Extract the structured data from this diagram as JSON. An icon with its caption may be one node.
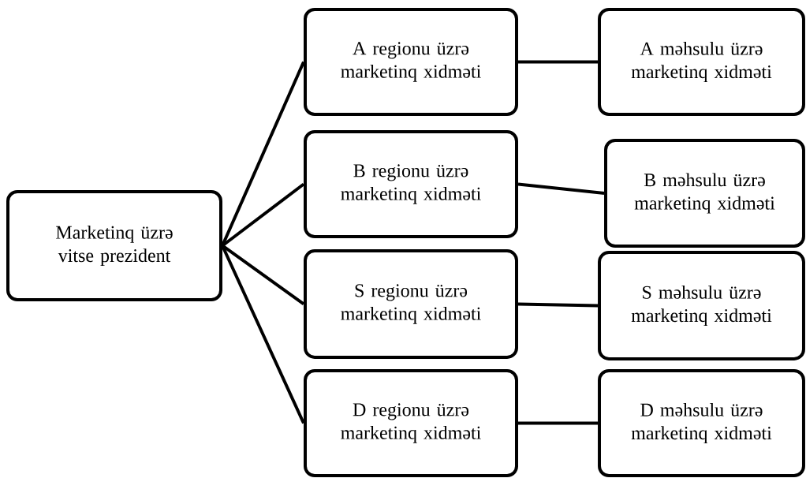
{
  "diagram": {
    "nodes": [
      {
        "text": [
          "Marketinq üzrə vitse prezident"
        ]
      },
      {
        "text": [
          "A regionu üzrə marketinq xidməti"
        ]
      },
      {
        "text": [
          "B regionu üzrə marketinq xidməti"
        ]
      },
      {
        "text": [
          "S regionu üzrə marketinq xidməti"
        ]
      },
      {
        "text": [
          "D regionu üzrə marketinq xidməti"
        ]
      },
      {
        "text": [
          "A məhsulu üzrə marketinq xidməti"
        ]
      },
      {
        "text": [
          "B məhsulu üzrə marketinq xidməti"
        ]
      },
      {
        "text": [
          "S məhsulu üzrə marketinq xidməti"
        ]
      },
      {
        "text": [
          "D məhsulu üzrə marketinq xidməti"
        ]
      }
    ],
    "edges": [
      {
        "from": 0,
        "to": 1,
        "arrow": "none"
      },
      {
        "from": 0,
        "to": 2,
        "arrow": "none"
      },
      {
        "from": 0,
        "to": 3,
        "arrow": "none"
      },
      {
        "from": 0,
        "to": 4,
        "arrow": "none"
      },
      {
        "from": 1,
        "to": 5,
        "arrow": "none"
      },
      {
        "from": 2,
        "to": 6,
        "arrow": "none"
      },
      {
        "from": 3,
        "to": 7,
        "arrow": "none"
      },
      {
        "from": 4,
        "to": 8,
        "arrow": "none"
      }
    ]
  }
}
